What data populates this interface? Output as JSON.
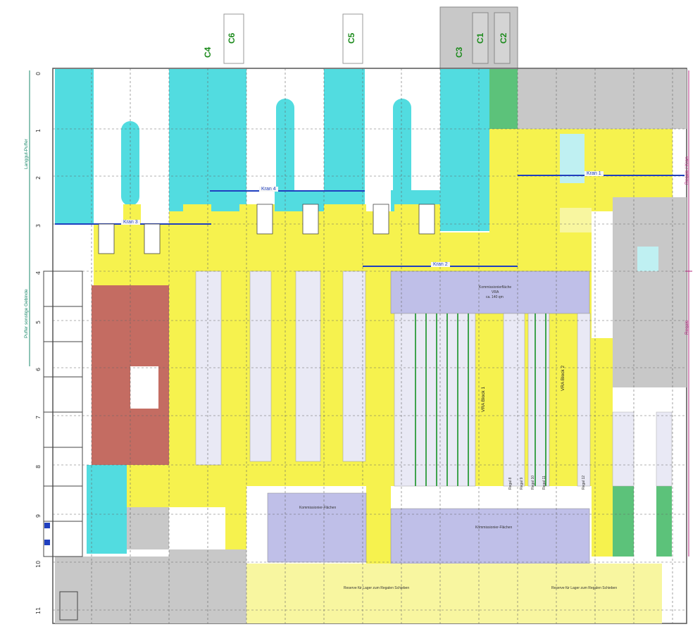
{
  "docks": [
    "C4",
    "C6",
    "C5",
    "C3",
    "C1",
    "C2"
  ],
  "row_numbers": [
    "0",
    "1",
    "2",
    "3",
    "4",
    "5",
    "6",
    "7",
    "8",
    "9",
    "10",
    "11"
  ],
  "cranes": [
    "Kran 3",
    "Kran 4",
    "Kran 2",
    "Kran 1"
  ],
  "left_labels": [
    "Langgut-Puffer",
    "Puffer sonstige Gebinde"
  ],
  "right_labels": [
    "Regale / Kran",
    "Regale"
  ],
  "blocks": [
    "VRA Block 1",
    "VRA Block 2"
  ],
  "zones": [
    "Kommissionierfläche",
    "VRA",
    "ca. 140 qm",
    "Kommissionier-Flächen",
    "Kommissionier-Flächen"
  ],
  "reserves": [
    "Reserve für Lager zum Regalen Schieben",
    "Reserve für Lager zum Regalen Schieben"
  ],
  "shelves": [
    "Regal 8",
    "Regal 9",
    "Regal 10",
    "Regal 11",
    "Regal 12"
  ],
  "colors": {
    "cyan": "#52dce0",
    "yellow": "#f6f24e",
    "lightyellow": "#f8f6a0",
    "lavender": "#bfbfe8",
    "red": "#c46c62",
    "gray": "#c8c8c8",
    "green": "#5cc27a"
  }
}
